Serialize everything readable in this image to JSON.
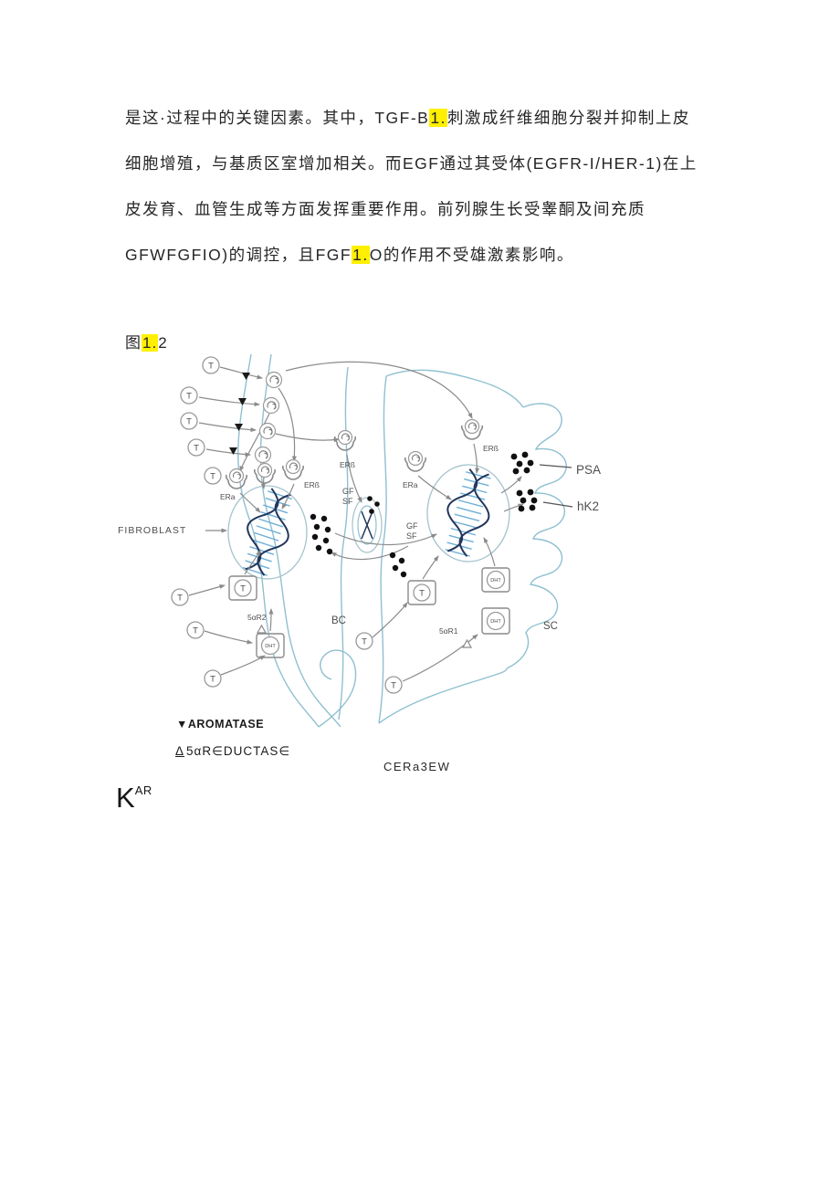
{
  "document": {
    "paragraph": {
      "line1_pre": "是这·过程中的关键因素。其中，TGF-B",
      "line1_highlight": "1.",
      "line1_post": "刺激成纤维细胞分裂并抑制上皮",
      "line2": "细胞增殖，与基质区室增加相关。而EGF通过其受体(EGFR-I/HER-1)在上",
      "line3": "皮发育、血管生成等方面发挥重要作用。前列腺生长受睾酮及间充质",
      "line4_pre": "GFWFGFIO)的调控，且FGF",
      "line4_highlight": "1.",
      "line4_post": "O的作用不受雄激素影响。"
    },
    "figure_label": {
      "pre": "图",
      "highlight": "1.",
      "post": "2"
    },
    "footer": {
      "k": "K",
      "ar": "AR"
    }
  },
  "diagram": {
    "labels": {
      "fibroblast": "FIBROBLAST",
      "er_beta": "ERß",
      "er_alpha": "ERa",
      "gf": "GF",
      "sf": "SF",
      "psa": "PSA",
      "hk2": "hK2",
      "bc": "BC",
      "sc": "SC",
      "t": "T",
      "dht": "DHT",
      "reductase2": "5αR2",
      "reductase1": "5αR1"
    },
    "legend": {
      "aromatase_symbol": "▼",
      "aromatase": "AROMATASE",
      "reductase_symbol": "Δ",
      "reductase": "5αR∈DUCTAS∈",
      "caption": "CERa3EW"
    },
    "icons": {
      "t_node": "circle-with-T",
      "e2_node": "spiral-circle",
      "aromatase_marker": "filled-down-triangle",
      "reductase_marker": "open-up-triangle",
      "er_receptor": "horseshoe-cup",
      "dna": "double-helix",
      "secretion": "black-dots"
    },
    "colors": {
      "membrane": "#8fc0d0",
      "arrow": "#8b8b8b",
      "dna_strand": "#22365c",
      "dna_rung": "#6fafd6",
      "dot": "#101010",
      "label": "#4f4f4f",
      "highlight": "#fff000"
    }
  }
}
